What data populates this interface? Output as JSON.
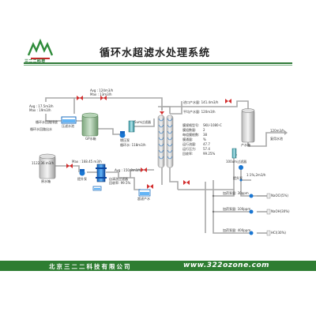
{
  "header": {
    "logo_text": "三二二科技",
    "title": "循环水超滤水处理系统"
  },
  "footer": {
    "company": "北京三二二科技有限公司",
    "website": "www.322ozone.com"
  },
  "labels": {
    "avg_top1": "Avg : 17.5m3/h",
    "max_top1": "Max : 19m3/h",
    "avg_top2": "Avg : 124m3/h",
    "max_top2": "Max : 13m3/h",
    "pressure_tank": "压滤水池",
    "circ_return": "循环水回路排放",
    "circ_return2": "循环水回路出水",
    "gp_tank": "GP水箱",
    "booster_pump": "增压泵",
    "ssf": "5um过滤器",
    "flow_118": "循环水: 118m3/h",
    "raw_flow": "1122.36 m3/h",
    "raw_tank": "原水箱",
    "lift_pump": "提升泵",
    "max_feed": "Max : 168.45 m3/h",
    "auto_filter": "自清洗过滤器",
    "recovery": "回收率: 99.5%",
    "avg_mid": "Avg : 150.8m3/h",
    "uf_tank": "超滤产水",
    "in_pressure": "进口产水量: 141.4m3/h",
    "perm_flow": "平均产水量: 120m3/h",
    "product_tank": "产水箱",
    "product_flow": "120m3/h",
    "reuse": "复用水池",
    "ro_filter": "100um过滤器",
    "lift2": "提升泵",
    "dose_ratio": "1:1%,2m3/h",
    "dose1": "加药泵量: 30ppm",
    "dose2": "加药泵量: 100ppm",
    "dose3": "加药泵量: 400ppm",
    "chem1": "NaOCl(5%)",
    "chem2": "NaOH(30%)",
    "chem3": "HCl(30%)"
  },
  "params": [
    {
      "k": "膜规格型号:",
      "v": "SKU-1080-C"
    },
    {
      "k": "膜组数量:",
      "v": "2"
    },
    {
      "k": "每组膜根数:",
      "v": "38"
    },
    {
      "k": "膜通量:",
      "v": "%"
    },
    {
      "k": "运行流量:",
      "v": "47.7"
    },
    {
      "k": "运行压力:",
      "v": "57.4"
    },
    {
      "k": "回收率:",
      "v": "99.25%"
    }
  ]
}
